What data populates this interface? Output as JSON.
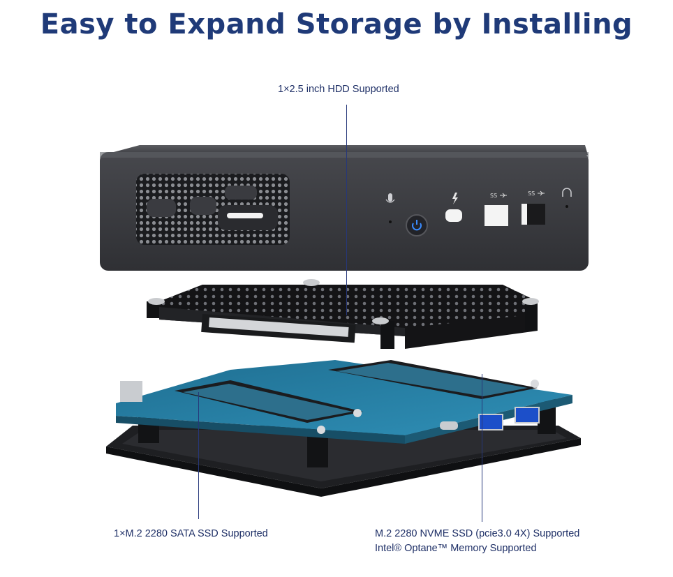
{
  "title": "Easy to Expand Storage by Installing",
  "callouts": {
    "hdd": "1×2.5 inch HDD Supported",
    "sata": "1×M.2 2280 SATA SSD  Supported",
    "nvme_line1": "M.2 2280 NVME SSD (pcie3.0 4X) Supported",
    "nvme_line2": "Intel® Optane™ Memory Supported"
  },
  "device_labels": {
    "usb_a": "SS",
    "usb_b": "SS"
  },
  "colors": {
    "title": "#1f3a78",
    "callout_text": "#1e2f66",
    "chassis": "#3a3b40",
    "pcb": "#2f7fa6",
    "power_led": "#3a8cff"
  }
}
